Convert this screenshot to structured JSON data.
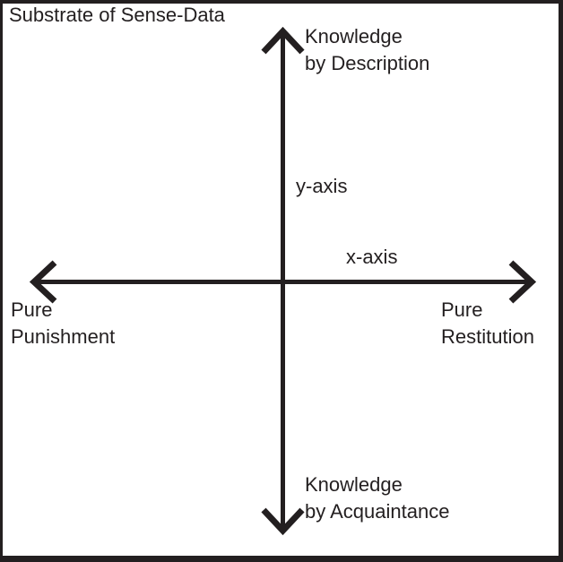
{
  "title": "Substrate of Sense-Data",
  "colors": {
    "ink": "#231f20",
    "background": "#ffffff"
  },
  "axes": {
    "y_label": "y-axis",
    "x_label": "x-axis"
  },
  "poles": {
    "top": "Knowledge\nby Description",
    "bottom": "Knowledge\nby Acquaintance",
    "left": "Pure\nPunishment",
    "right": "Pure\nRestitution"
  }
}
